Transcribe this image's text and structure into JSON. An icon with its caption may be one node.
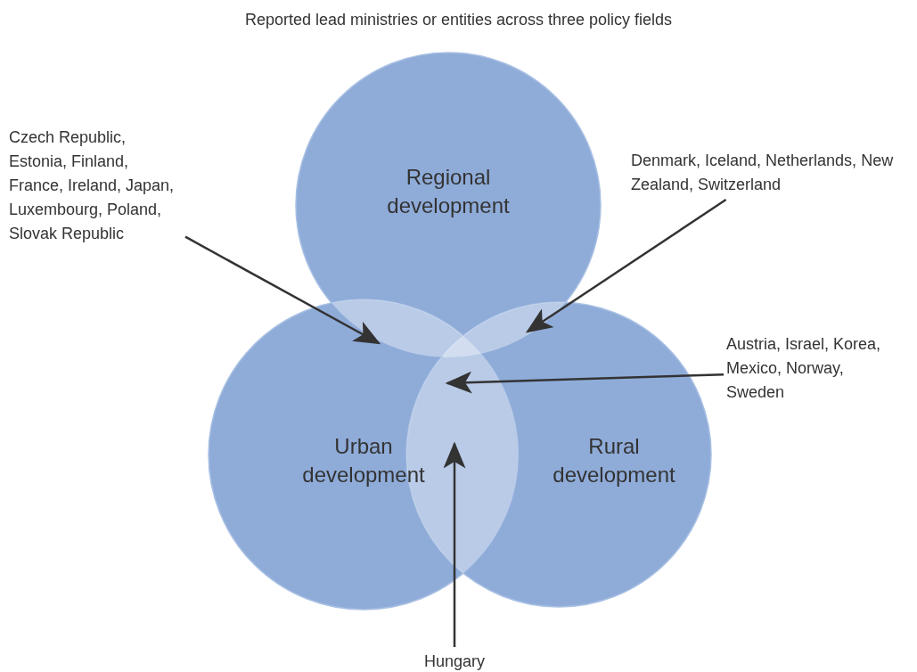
{
  "diagram": {
    "title": "Reported lead ministries or entities across three policy fields",
    "nodes": [
      {
        "text": [
          "Regional development"
        ]
      },
      {
        "text": [
          "Urban development"
        ]
      },
      {
        "text": [
          "Rural development"
        ]
      },
      {
        "text": [
          "Czech Republic, Estonia, Finland, France, Ireland, Japan, Luxembourg, Poland, Slovak Republic"
        ]
      },
      {
        "text": [
          "Denmark, Iceland, Netherlands, New Zealand, Switzerland"
        ]
      },
      {
        "text": [
          "Austria, Israel, Korea, Mexico, Norway, Sweden"
        ]
      },
      {
        "text": [
          "Hungary"
        ]
      },
      {
        "text": [],
        "shape": "lens"
      },
      {
        "text": [],
        "shape": "lens"
      },
      {
        "text": [],
        "shape": "lens"
      },
      {
        "text": [],
        "shape": "lens"
      }
    ],
    "edges": [
      {
        "from": 3,
        "to": 7,
        "arrow": "to"
      },
      {
        "from": 4,
        "to": 8,
        "arrow": "to"
      },
      {
        "from": 5,
        "to": 9,
        "arrow": "to"
      },
      {
        "from": 6,
        "to": 10,
        "arrow": "to"
      }
    ]
  }
}
